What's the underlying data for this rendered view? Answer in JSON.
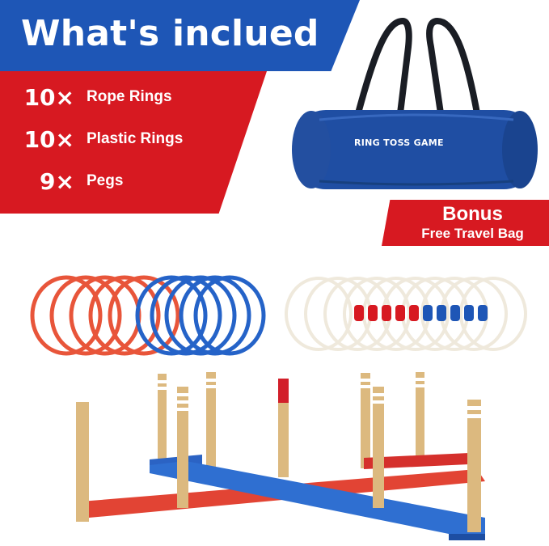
{
  "header": {
    "title": "What's inclued"
  },
  "items": [
    {
      "qty": "10×",
      "label": "Rope Rings"
    },
    {
      "qty": "10×",
      "label": "Plastic Rings"
    },
    {
      "qty": "9×",
      "label": "Pegs"
    }
  ],
  "bag": {
    "label": "RING TOSS GAME"
  },
  "bonus": {
    "title": "Bonus",
    "subtitle": "Free Travel Bag"
  },
  "colors": {
    "blue": "#1e56b6",
    "red": "#d71921",
    "ring_red": "#e8553a",
    "ring_blue": "#2563c8",
    "wood": "#e0c08a"
  }
}
